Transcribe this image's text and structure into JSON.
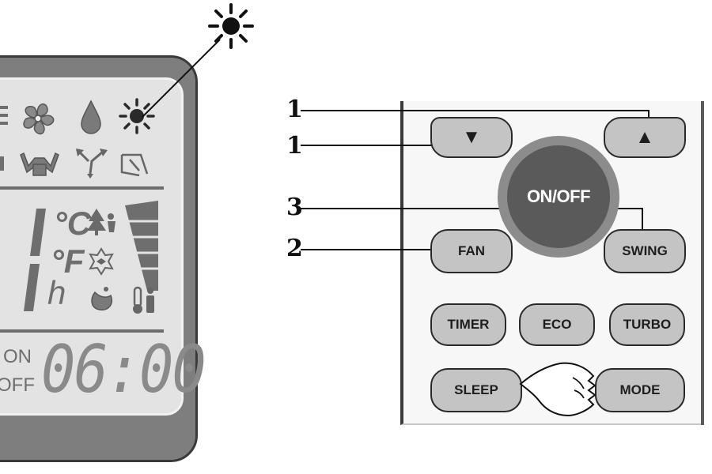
{
  "display": {
    "celsius_label": "°C",
    "fahrenheit_label": "°F",
    "hour_label": "h",
    "timer_on_label": "ON",
    "timer_off_label": "OFF",
    "clock_value": "06:00",
    "icons": [
      "fan-icon",
      "water-drop-icon",
      "sun-icon",
      "strong-mode-icon",
      "swing-icon",
      "swing-vertical-icon",
      "tree-icon",
      "cleaning-icon",
      "sleep-icon",
      "temperature-person-icon",
      "fan-speed-bars-icon"
    ]
  },
  "callout_sun": "sun-icon",
  "remote": {
    "down_button_symbol": "▼",
    "up_button_symbol": "▲",
    "onoff_label": "ON/OFF",
    "fan_label": "FAN",
    "swing_label": "SWING",
    "timer_label": "TIMER",
    "eco_label": "ECO",
    "turbo_label": "TURBO",
    "sleep_label": "SLEEP",
    "mode_label": "MODE"
  },
  "callouts": {
    "up_number": "1",
    "down_number": "1",
    "swing_number": "3",
    "fan_number": "2"
  },
  "colors": {
    "lcd_body": "#7e7e7e",
    "lcd_screen": "#e3e3e3",
    "button_fill": "#c4c4c4",
    "onoff_fill": "#5a5a5a"
  }
}
